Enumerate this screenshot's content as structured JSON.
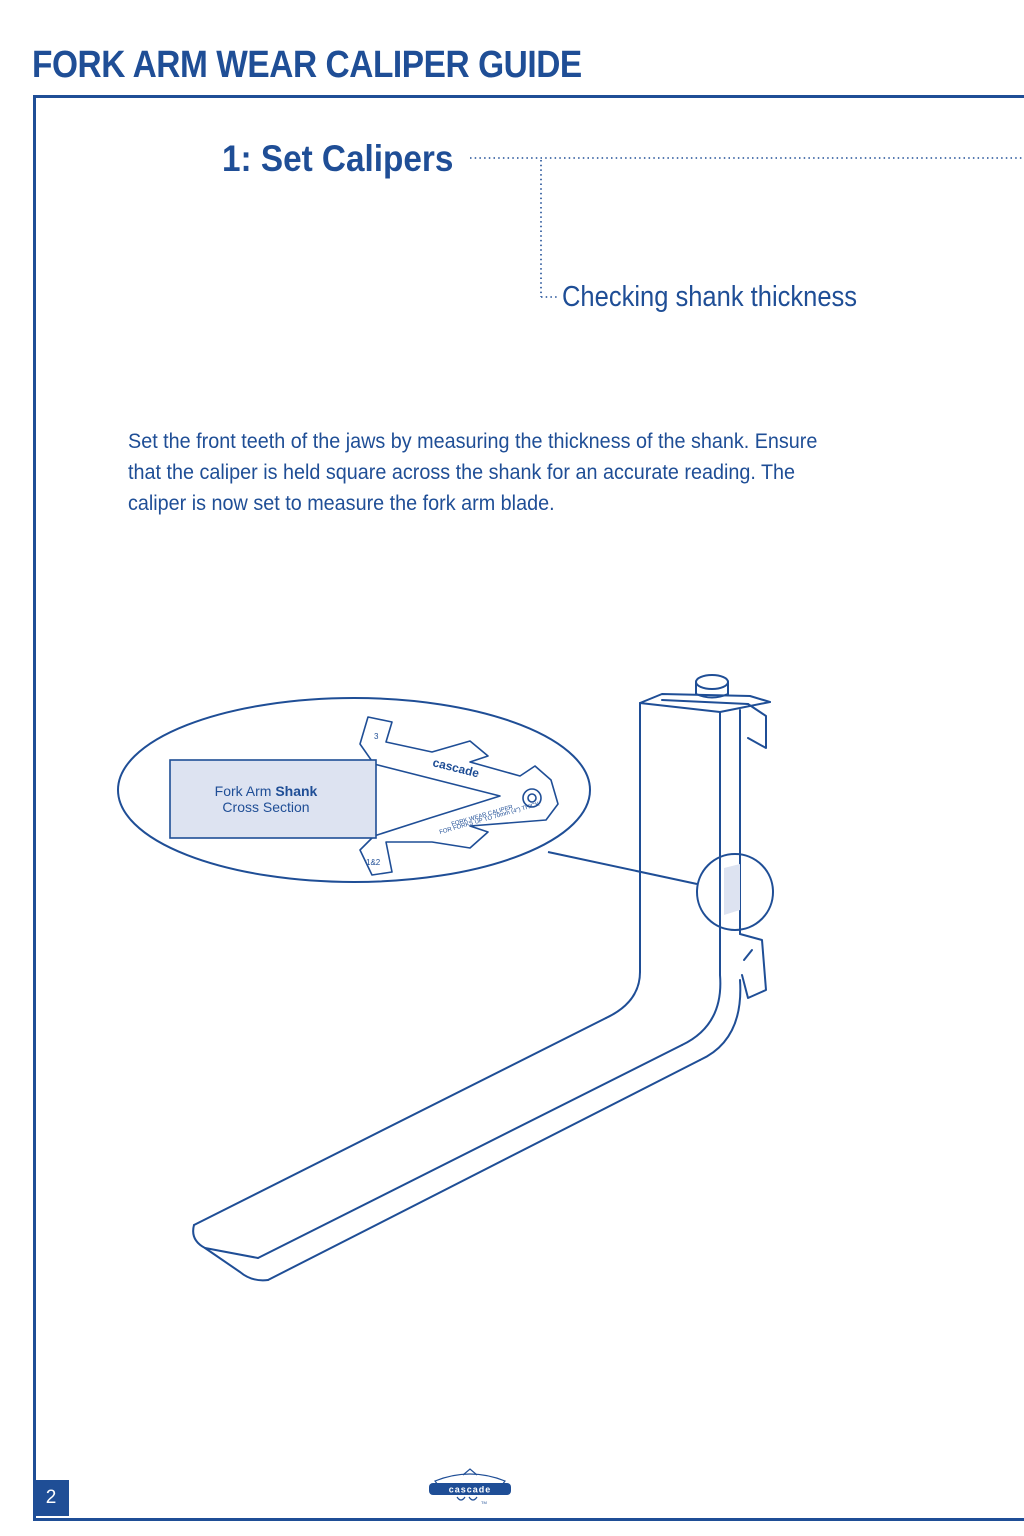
{
  "header": {
    "title": "FORK ARM WEAR CALIPER GUIDE"
  },
  "step": {
    "heading": "1: Set Calipers",
    "caption": "Checking shank thickness",
    "instructions": "Set the front teeth of the jaws by measuring the thickness of the shank. Ensure that the caliper is held square across the shank for an accurate reading. The caliper is now set to measure the fork arm blade."
  },
  "illustration": {
    "cross_section_label_prefix": "Fork Arm",
    "cross_section_label_bold": "Shank",
    "cross_section_label_line2": "Cross Section",
    "caliper_brand": "cascade",
    "caliper_text_line1": "FORK WEAR CALIPER",
    "caliper_text_line2": "FOR FORKS UP TO 70mm (4\") THICK",
    "jaw_top_number": "3",
    "jaw_bottom_number": "1&2"
  },
  "footer": {
    "page_number": "2",
    "logo_text": "cascade",
    "logo_tm": "TM"
  },
  "colors": {
    "brand_blue": "#1f4e96",
    "section_fill": "#dde3f1"
  }
}
